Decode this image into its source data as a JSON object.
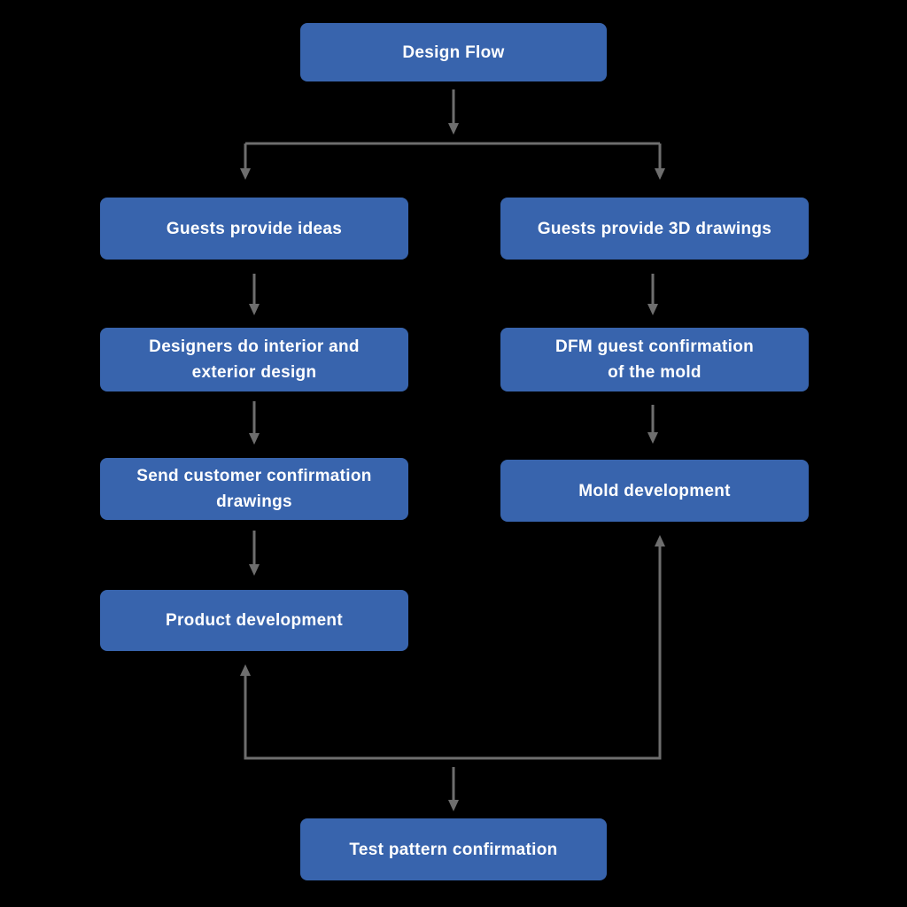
{
  "diagram": {
    "colors": {
      "background": "#000000",
      "node_fill": "#3864ad",
      "node_text": "#ffffff",
      "arrow_color": "#6e6e6e"
    },
    "nodes": {
      "design_flow": {
        "label": "Design Flow"
      },
      "guests_ideas": {
        "label": "Guests provide ideas"
      },
      "guests_3d": {
        "label": "Guests provide 3D drawings"
      },
      "designers": {
        "label": "Designers do interior and\nexterior design"
      },
      "dfm": {
        "label": "DFM guest confirmation\nof the mold"
      },
      "send_drawings": {
        "label": "Send customer confirmation\ndrawings"
      },
      "mold_dev": {
        "label": "Mold development"
      },
      "product_dev": {
        "label": "Product development"
      },
      "test_pattern": {
        "label": "Test pattern confirmation"
      }
    },
    "edges": [
      {
        "from": "design_flow",
        "to": "guests_ideas"
      },
      {
        "from": "design_flow",
        "to": "guests_3d"
      },
      {
        "from": "guests_ideas",
        "to": "designers"
      },
      {
        "from": "designers",
        "to": "send_drawings"
      },
      {
        "from": "send_drawings",
        "to": "product_dev"
      },
      {
        "from": "guests_3d",
        "to": "dfm"
      },
      {
        "from": "dfm",
        "to": "mold_dev"
      },
      {
        "from": "bottom_junction",
        "to": "product_dev"
      },
      {
        "from": "bottom_junction",
        "to": "mold_dev"
      },
      {
        "from": "bottom_junction",
        "to": "test_pattern"
      }
    ]
  }
}
